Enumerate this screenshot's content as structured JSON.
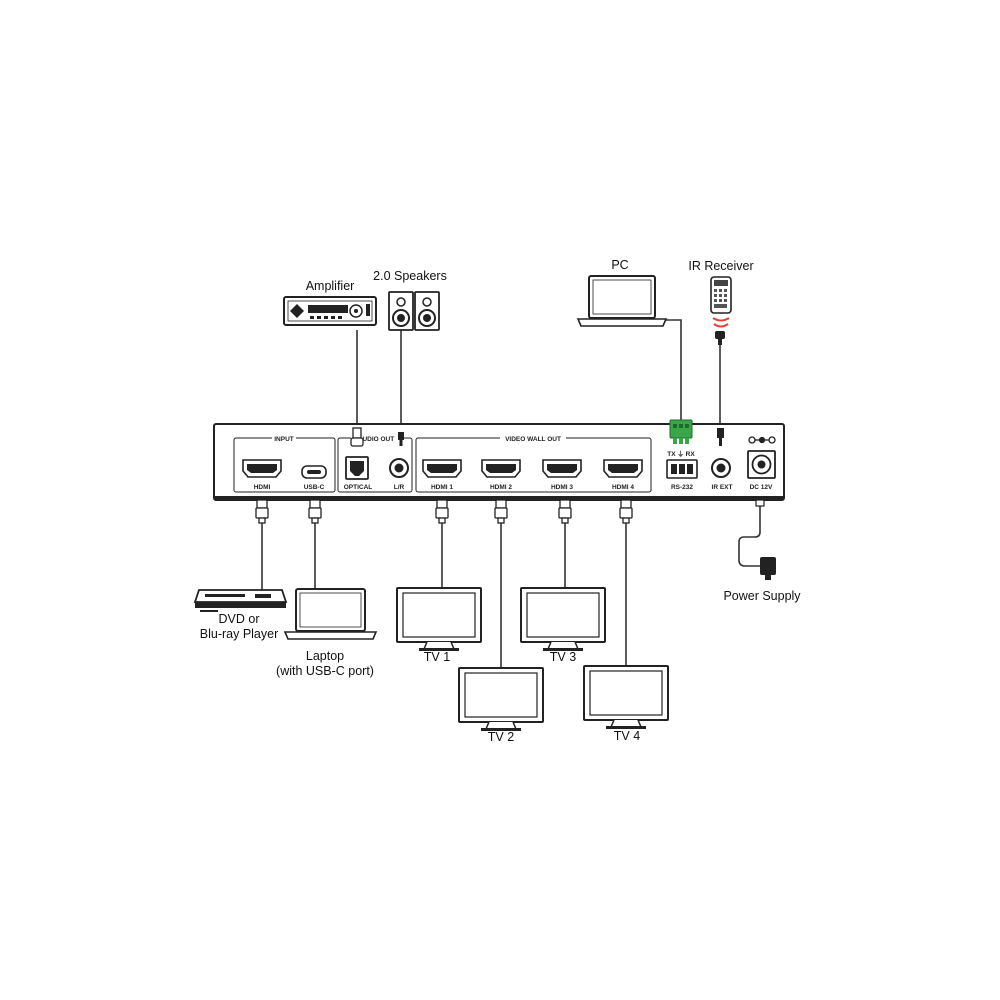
{
  "labels": {
    "amplifier": "Amplifier",
    "speakers": "2.0 Speakers",
    "pc": "PC",
    "ir_receiver": "IR Receiver",
    "dvd_line1": "DVD or",
    "dvd_line2": "Blu-ray Player",
    "laptop_line1": "Laptop",
    "laptop_line2": "(with USB-C port)",
    "tv1": "TV 1",
    "tv2": "TV 2",
    "tv3": "TV 3",
    "tv4": "TV 4",
    "power_supply": "Power Supply"
  },
  "panel": {
    "input_group": "INPUT",
    "audio_out_group": "AUDIO OUT",
    "video_wall_group": "VIDEO WALL OUT",
    "hdmi_in": "HDMI",
    "usb_c": "USB-C",
    "optical": "OPTICAL",
    "lr": "L/R",
    "hdmi1": "HDMI 1",
    "hdmi2": "HDMI 2",
    "hdmi3": "HDMI 3",
    "hdmi4": "HDMI 4",
    "txrx": "TX ⏚ RX",
    "rs232": "RS-232",
    "ir_ext": "IR EXT",
    "dc12v": "DC 12V"
  },
  "colors": {
    "terminal_green": "#3aa64a",
    "ir_red": "#e0473c",
    "line": "#333333"
  }
}
